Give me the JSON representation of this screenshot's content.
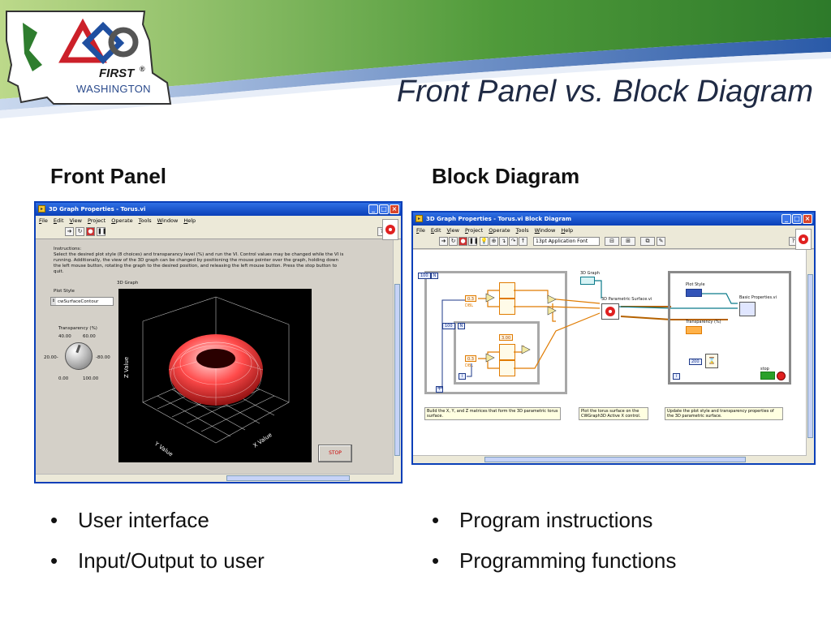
{
  "slide": {
    "title": "Front Panel vs. Block Diagram",
    "logo": {
      "first": "FIRST",
      "registered": "®",
      "region": "WASHINGTON"
    }
  },
  "left": {
    "heading": "Front Panel",
    "bullets": [
      "User interface",
      "Input/Output to user"
    ]
  },
  "right": {
    "heading": "Block Diagram",
    "bullets": [
      "Program instructions",
      "Programming functions"
    ]
  },
  "front_panel": {
    "window_title": "3D Graph Properties - Torus.vi",
    "menu": [
      "File",
      "Edit",
      "View",
      "Project",
      "Operate",
      "Tools",
      "Window",
      "Help"
    ],
    "instructions_heading": "Instructions:",
    "instructions": "Select the desired plot style (8 choices) and transparancy level (%) and run the VI.  Control values may be changed while the VI is running.  Additionally, the view of the 3D graph can be changed by positioning the mouse pointer over the graph, holding down the left mouse button, rotating the graph to the desired position, and releasing the left mouse button.  Press the stop button to quit.",
    "plot_style_label": "Plot Style",
    "plot_style_value": "cwSurfaceContour",
    "graph_label": "3D Graph",
    "transparency_label": "Transparency (%)",
    "knob_ticks": [
      "40.00",
      "60.00",
      "20.00-",
      "-80.00",
      "0.00",
      "100.00"
    ],
    "axis_labels": {
      "z": "Z Value",
      "y": "Y Value",
      "x": "X Value"
    },
    "stop_label": "STOP",
    "colors": {
      "title_bar": "#0a3fb8",
      "torus": "#e01818",
      "panel": "#d4d0c8"
    }
  },
  "block_diagram": {
    "window_title": "3D Graph Properties - Torus.vi Block Diagram",
    "menu": [
      "File",
      "Edit",
      "View",
      "Project",
      "Operate",
      "Tools",
      "Window",
      "Help"
    ],
    "font_select": "13pt Application Font",
    "loop_count_outer": "100",
    "loop_count_inner": "100",
    "n_label": "N",
    "i_label": "i",
    "const_a": "0.3",
    "const_b": "0.3",
    "const_c": "3.00",
    "dbl_label": "DBL",
    "graph_terminal": "3D Graph",
    "parametric_label": "3D Parametric Surface.vi",
    "plot_style_label": "Plot Style",
    "basic_props_label": "Basic Properties.vi",
    "transparency_label": "Transparency (%)",
    "wait_const": "200",
    "stop_label": "stop",
    "comments": [
      "Build the X, Y, and Z matrices that form the 3D parametric torus surface.",
      "Plot the torus surface on the CWGraph3D Active X control.",
      "Update the plot style and transparency properties of the 3D parametric surface."
    ]
  }
}
